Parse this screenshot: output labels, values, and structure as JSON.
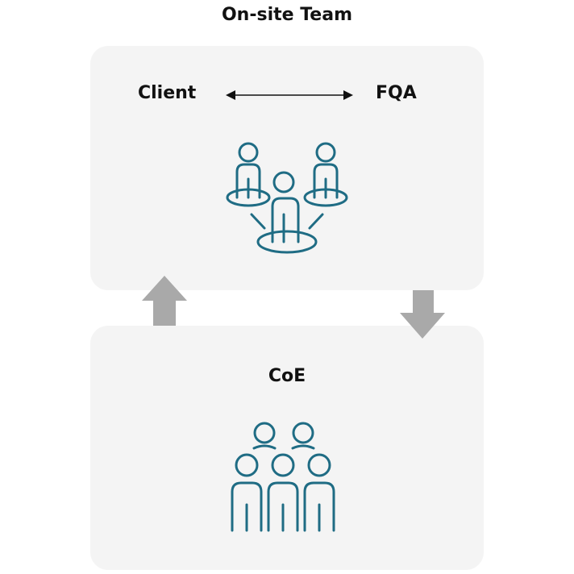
{
  "diagram": {
    "title": "On-site Team",
    "top_box": {
      "left_label": "Client",
      "right_label": "FQA",
      "connector": "bidirectional-arrow",
      "icon": "team-group-icon"
    },
    "bottom_box": {
      "label": "CoE",
      "icon": "people-group-icon"
    },
    "flow_arrows": [
      "up-arrow",
      "down-arrow"
    ],
    "colors": {
      "panel_bg": "#f4f4f4",
      "icon": "#1f6c84",
      "arrow": "#a9a9a9",
      "text": "#111111"
    }
  }
}
